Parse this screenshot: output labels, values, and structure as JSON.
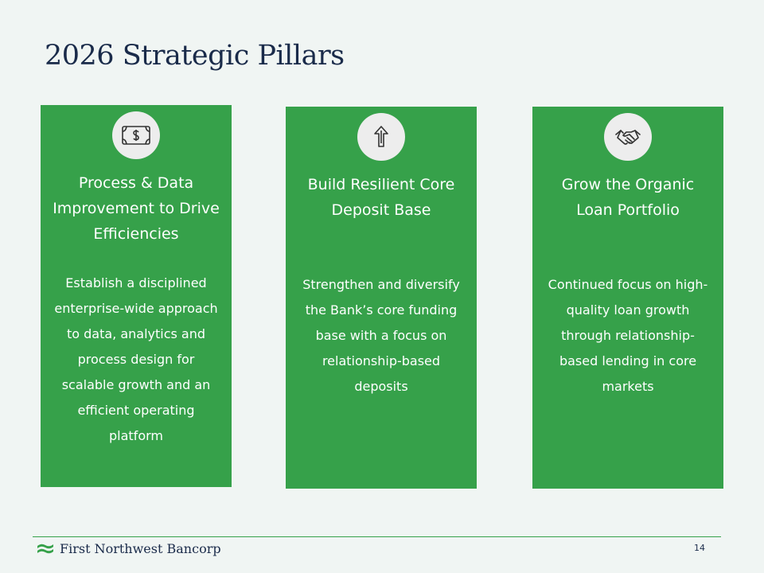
{
  "slide": {
    "title": "2026 Strategic Pillars",
    "page_number": "14"
  },
  "pillars": [
    {
      "icon": "dollar-bill-icon",
      "heading": "Process & Data Improvement to Drive Efficiencies",
      "body": "Establish a disciplined enterprise-wide approach to data, analytics and process design for scalable growth and an efficient operating platform"
    },
    {
      "icon": "up-arrow-icon",
      "heading": "Build Resilient Core Deposit Base",
      "body": "Strengthen and diversify the Bank’s core funding base with a focus on relationship-based deposits"
    },
    {
      "icon": "handshake-icon",
      "heading": "Grow the Organic Loan Portfolio",
      "body": "Continued focus on high-quality loan growth through relationship-based lending in core markets"
    }
  ],
  "footer": {
    "logo_text": "First Northwest Bancorp"
  },
  "colors": {
    "pillar_green": "#36a14a",
    "title_navy": "#1a2b4a",
    "background": "#f0f5f3"
  }
}
